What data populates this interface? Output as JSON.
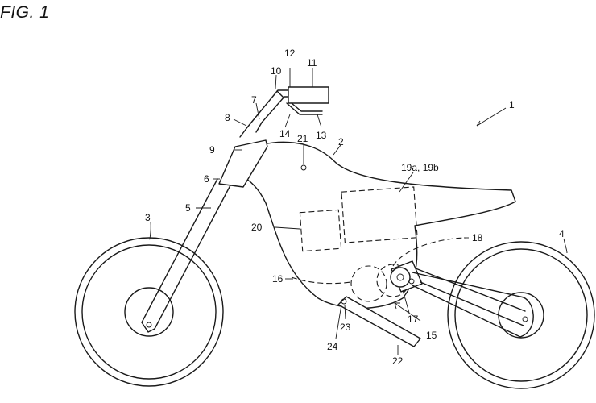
{
  "figure": {
    "title": "FIG. 1"
  },
  "labels": [
    {
      "id": "1",
      "text": "1"
    },
    {
      "id": "2",
      "text": "2"
    },
    {
      "id": "3",
      "text": "3"
    },
    {
      "id": "4",
      "text": "4"
    },
    {
      "id": "5",
      "text": "5"
    },
    {
      "id": "6",
      "text": "6"
    },
    {
      "id": "7",
      "text": "7"
    },
    {
      "id": "8",
      "text": "8"
    },
    {
      "id": "9",
      "text": "9"
    },
    {
      "id": "10",
      "text": "10"
    },
    {
      "id": "11",
      "text": "11"
    },
    {
      "id": "12",
      "text": "12"
    },
    {
      "id": "13",
      "text": "13"
    },
    {
      "id": "14",
      "text": "14"
    },
    {
      "id": "15",
      "text": "15"
    },
    {
      "id": "16",
      "text": "16"
    },
    {
      "id": "17",
      "text": "17"
    },
    {
      "id": "18",
      "text": "18"
    },
    {
      "id": "19",
      "text": "19a, 19b"
    },
    {
      "id": "20",
      "text": "20"
    },
    {
      "id": "21",
      "text": "21"
    },
    {
      "id": "22",
      "text": "22"
    },
    {
      "id": "23",
      "text": "23"
    },
    {
      "id": "24",
      "text": "24"
    }
  ]
}
